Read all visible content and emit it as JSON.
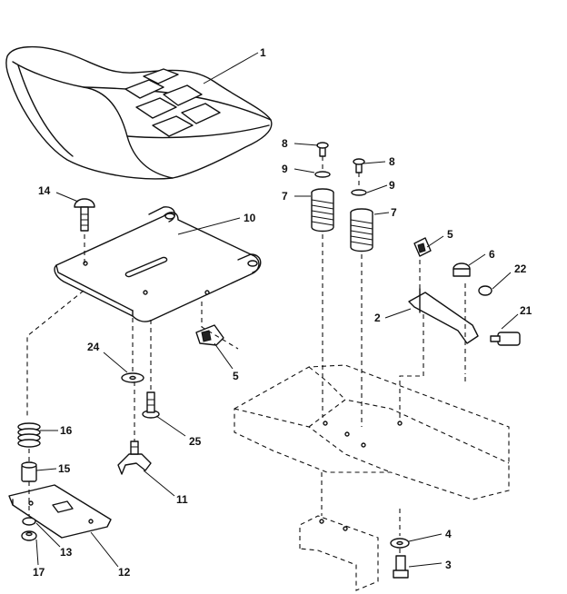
{
  "callouts": [
    {
      "id": "c1",
      "text": "1"
    },
    {
      "id": "c8a",
      "text": "8"
    },
    {
      "id": "c8b",
      "text": "8"
    },
    {
      "id": "c9a",
      "text": "9"
    },
    {
      "id": "c9b",
      "text": "9"
    },
    {
      "id": "c7a",
      "text": "7"
    },
    {
      "id": "c7b",
      "text": "7"
    },
    {
      "id": "c14",
      "text": "14"
    },
    {
      "id": "c10",
      "text": "10"
    },
    {
      "id": "c5a",
      "text": "5"
    },
    {
      "id": "c6",
      "text": "6"
    },
    {
      "id": "c22",
      "text": "22"
    },
    {
      "id": "c2",
      "text": "2"
    },
    {
      "id": "c21",
      "text": "21"
    },
    {
      "id": "c24",
      "text": "24"
    },
    {
      "id": "c5b",
      "text": "5"
    },
    {
      "id": "c16",
      "text": "16"
    },
    {
      "id": "c25",
      "text": "25"
    },
    {
      "id": "c15",
      "text": "15"
    },
    {
      "id": "c11",
      "text": "11"
    },
    {
      "id": "c4",
      "text": "4"
    },
    {
      "id": "c3",
      "text": "3"
    },
    {
      "id": "c13",
      "text": "13"
    },
    {
      "id": "c12",
      "text": "12"
    },
    {
      "id": "c17",
      "text": "17"
    }
  ]
}
